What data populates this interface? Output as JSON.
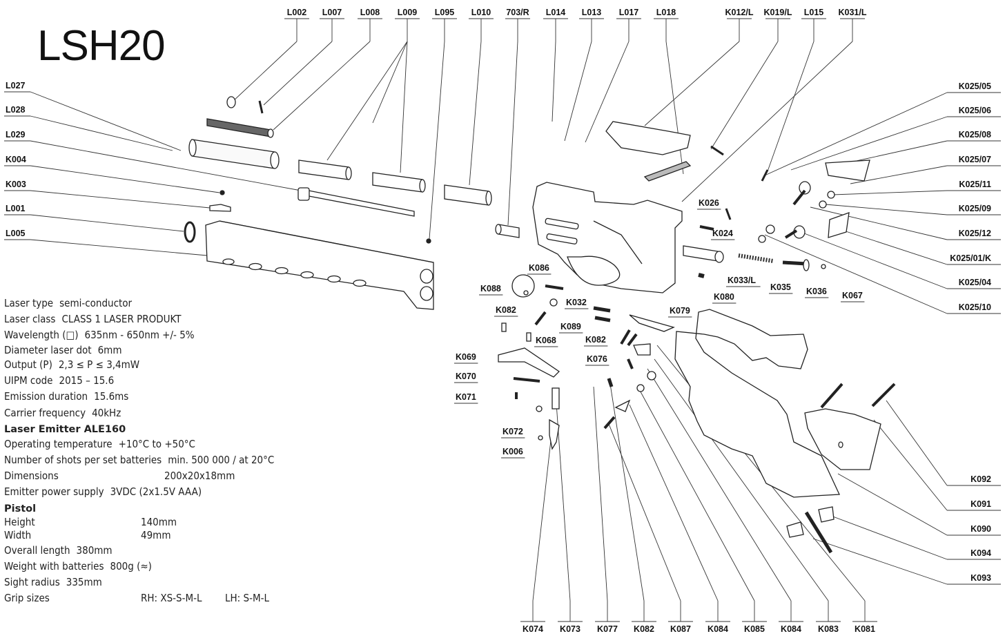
{
  "title": "LSH20",
  "callouts_top": [
    "L002",
    "L007",
    "L008",
    "L009",
    "L095",
    "L010",
    "703/R",
    "L014",
    "L013",
    "L017",
    "L018",
    "K012/L",
    "K019/L",
    "L015",
    "K031/L"
  ],
  "callouts_left": [
    "L027",
    "L028",
    "L029",
    "K004",
    "K003",
    "L001",
    "L005"
  ],
  "callouts_right": [
    "K025/05",
    "K025/06",
    "K025/08",
    "K025/07",
    "K025/11",
    "K025/09",
    "K025/12",
    "K025/01/K",
    "K025/04",
    "K025/10",
    "K092",
    "K091",
    "K090",
    "K094",
    "K093"
  ],
  "callouts_bottom": [
    "K074",
    "K073",
    "K077",
    "K082",
    "K087",
    "K084",
    "K085",
    "K084",
    "K083",
    "K081"
  ],
  "callouts_middle": [
    "K026",
    "K024",
    "K033/L",
    "K035",
    "K036",
    "K067",
    "K080",
    "K086",
    "K088",
    "K032",
    "K082",
    "K089",
    "K068",
    "K079",
    "K082",
    "K076",
    "K069",
    "K070",
    "K071",
    "K072",
    "K006"
  ],
  "specs": {
    "laser_type": {
      "k": "Laser type",
      "v": "semi-conductor"
    },
    "laser_class": {
      "k": "Laser class",
      "v": "CLASS 1 LASER PRODUKT"
    },
    "wavelength": {
      "k": "Wavelength (□)",
      "v": "635nm - 650nm +/- 5%"
    },
    "dot": {
      "k": "Diameter laser dot",
      "v": "6mm"
    },
    "output": {
      "k": "Output (P)",
      "v": "2,3 ≤ P ≤ 3,4mW"
    },
    "uipm": {
      "k": "UIPM code",
      "v": "2015 – 15.6"
    },
    "emission": {
      "k": "Emission duration",
      "v": "15.6ms"
    },
    "carrier": {
      "k": "Carrier frequency",
      "v": "40kHz"
    }
  },
  "emitter": {
    "heading": "Laser Emitter ALE160",
    "temp": {
      "k": "Operating temperature",
      "v": "+10°C to +50°C"
    },
    "shots": {
      "k": "Number of shots per set batteries",
      "v": "min. 500 000 / at 20°C"
    },
    "dimensions": {
      "k": "Dimensions",
      "v": "200x20x18mm"
    },
    "power": {
      "k": "Emitter power supply",
      "v": "3VDC (2x1.5V AAA)"
    }
  },
  "pistol": {
    "heading": "Pistol",
    "height": {
      "k": "Height",
      "v": "140mm"
    },
    "width": {
      "k": "Width",
      "v": "49mm"
    },
    "length": {
      "k": "Overall length",
      "v": "380mm"
    },
    "weight": {
      "k": "Weight with batteries",
      "v": "800g (≈)"
    },
    "sight": {
      "k": "Sight radius",
      "v": "335mm"
    },
    "grip": {
      "k": "Grip sizes",
      "rh": "RH: XS-S-M-L",
      "lh": "LH: S-M-L"
    }
  }
}
